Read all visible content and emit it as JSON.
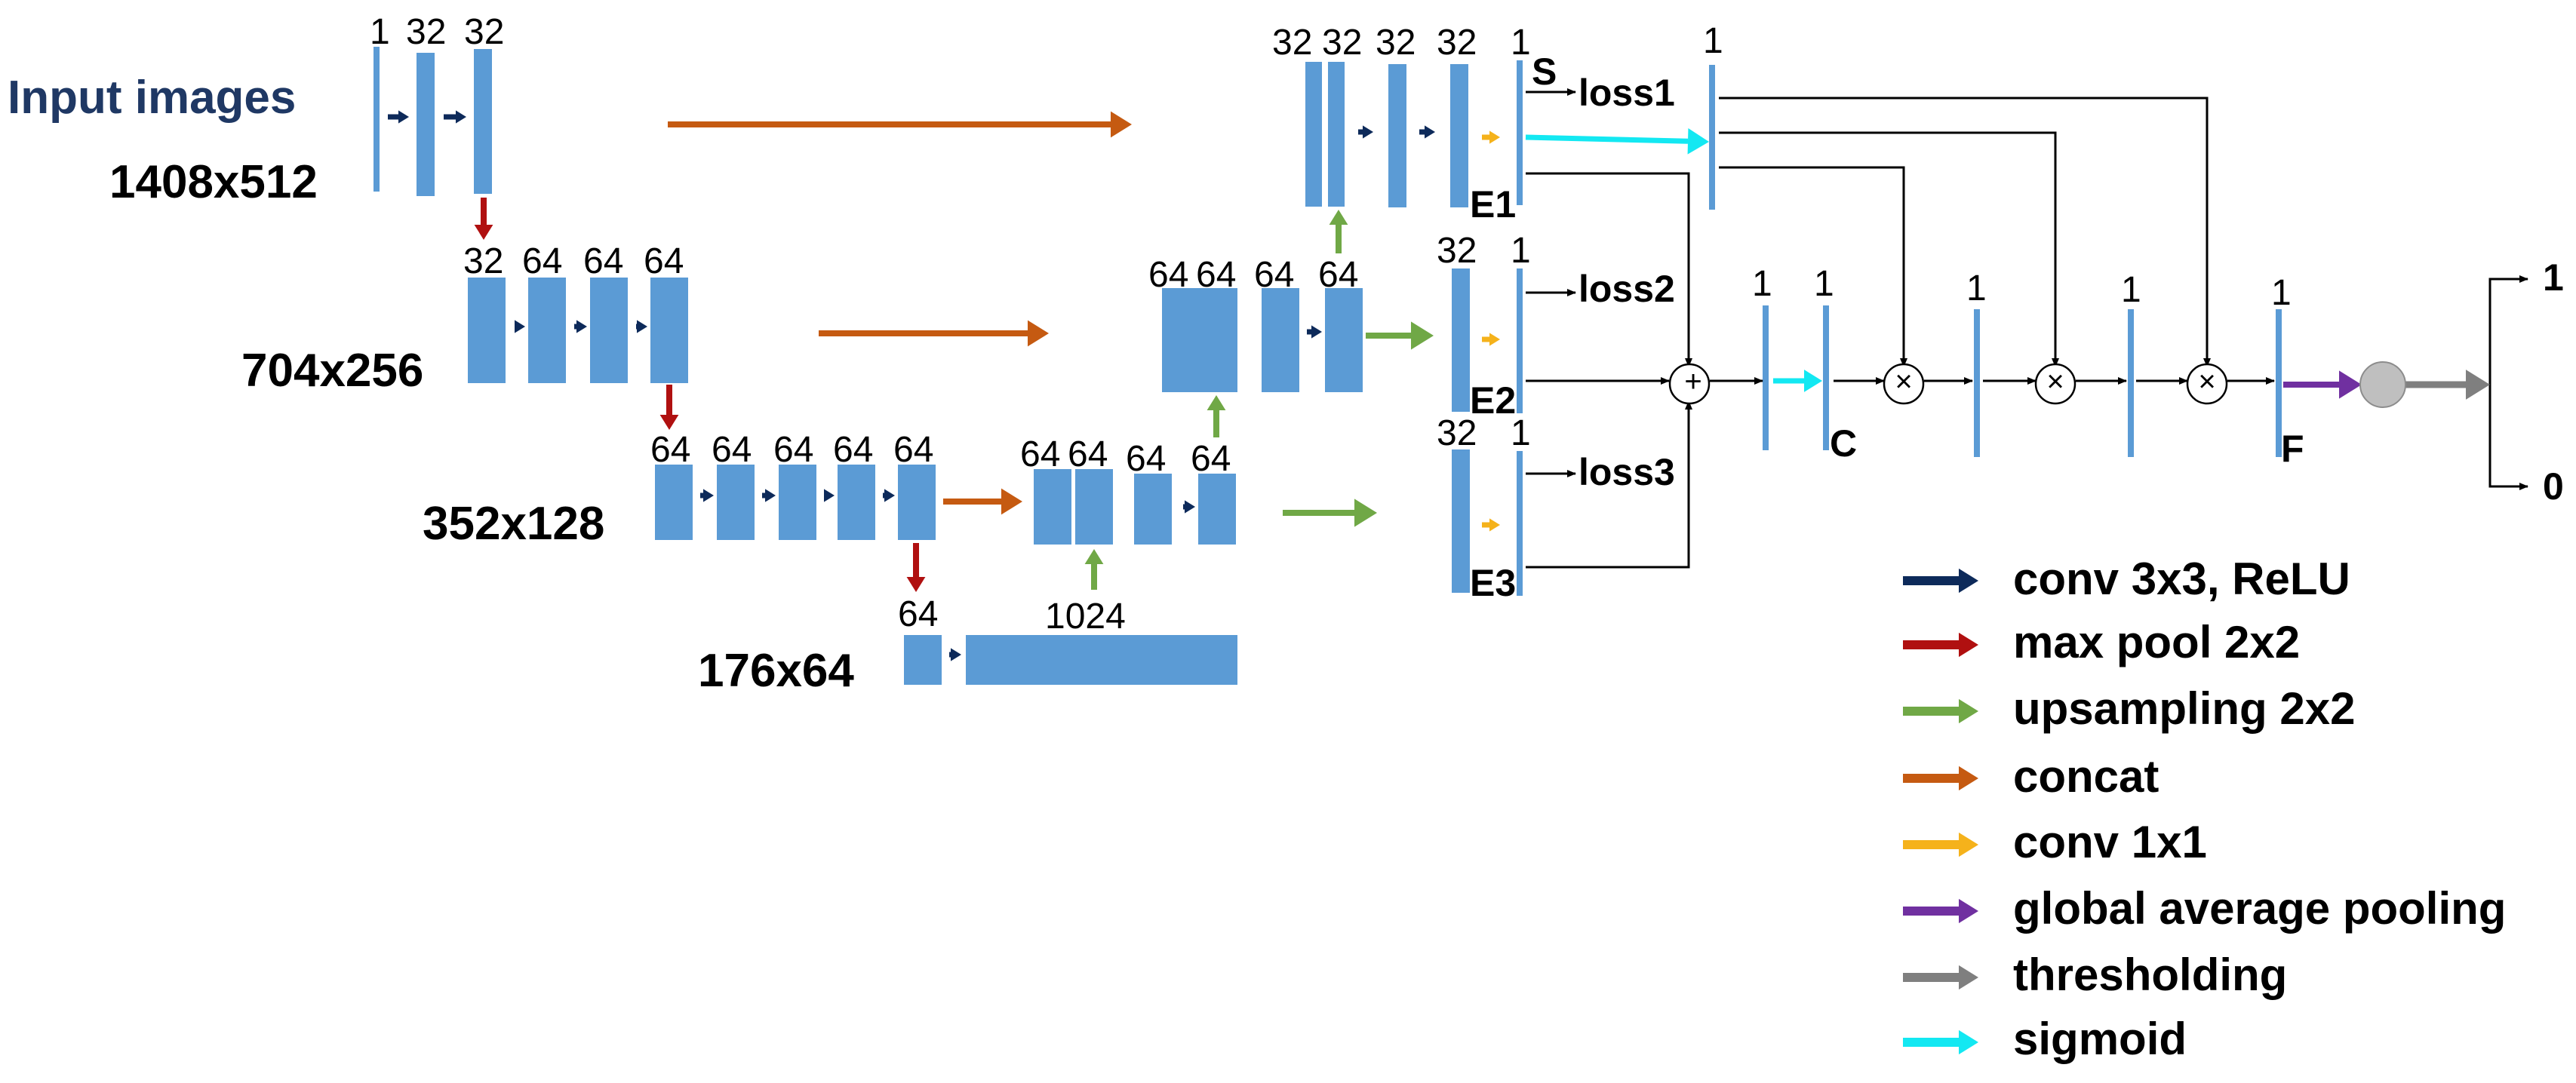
{
  "title": "Input images",
  "resolutions": [
    "1408x512",
    "704x256",
    "352x128",
    "176x64"
  ],
  "channels": {
    "enc1": [
      "1",
      "32",
      "32"
    ],
    "enc2": [
      "32",
      "64",
      "64",
      "64"
    ],
    "enc3": [
      "64",
      "64",
      "64",
      "64",
      "64"
    ],
    "bottleneck": [
      "64",
      "1024"
    ],
    "dec3": [
      "64",
      "64",
      "64",
      "64"
    ],
    "dec2": [
      "64",
      "64",
      "64",
      "64"
    ],
    "dec1": [
      "32",
      "32",
      "32",
      "32",
      "1"
    ],
    "side2": [
      "32",
      "1"
    ],
    "side3": [
      "32",
      "1"
    ],
    "fusion": [
      "1",
      "1",
      "1",
      "1",
      "1",
      "1"
    ]
  },
  "labels": {
    "S": "S",
    "E1": "E1",
    "E2": "E2",
    "E3": "E3",
    "C": "C",
    "F": "F",
    "loss1": "loss1",
    "loss2": "loss2",
    "loss3": "loss3",
    "out1": "1",
    "out0": "0"
  },
  "operators": {
    "plus": "+",
    "times": "×"
  },
  "colors": {
    "block": "#5b9bd5",
    "conv3x3": "#0d2a5a",
    "maxpool": "#b01010",
    "upsample": "#70a846",
    "concat": "#c55a11",
    "conv1x1": "#f5b21b",
    "gap": "#7030a0",
    "threshold": "#7f7f7f",
    "sigmoid": "#13e8f2"
  },
  "legend": [
    {
      "label": "conv 3x3, ReLU",
      "color": "#0d2a5a",
      "icon": "dark-blue-arrow"
    },
    {
      "label": "max pool 2x2",
      "color": "#b01010",
      "icon": "red-arrow"
    },
    {
      "label": "upsampling 2x2",
      "color": "#70a846",
      "icon": "green-arrow"
    },
    {
      "label": "concat",
      "color": "#c55a11",
      "icon": "orange-arrow"
    },
    {
      "label": "conv 1x1",
      "color": "#f5b21b",
      "icon": "yellow-arrow"
    },
    {
      "label": "global average pooling",
      "color": "#7030a0",
      "icon": "purple-arrow"
    },
    {
      "label": "thresholding",
      "color": "#7f7f7f",
      "icon": "gray-arrow"
    },
    {
      "label": "sigmoid",
      "color": "#13e8f2",
      "icon": "cyan-arrow"
    }
  ]
}
